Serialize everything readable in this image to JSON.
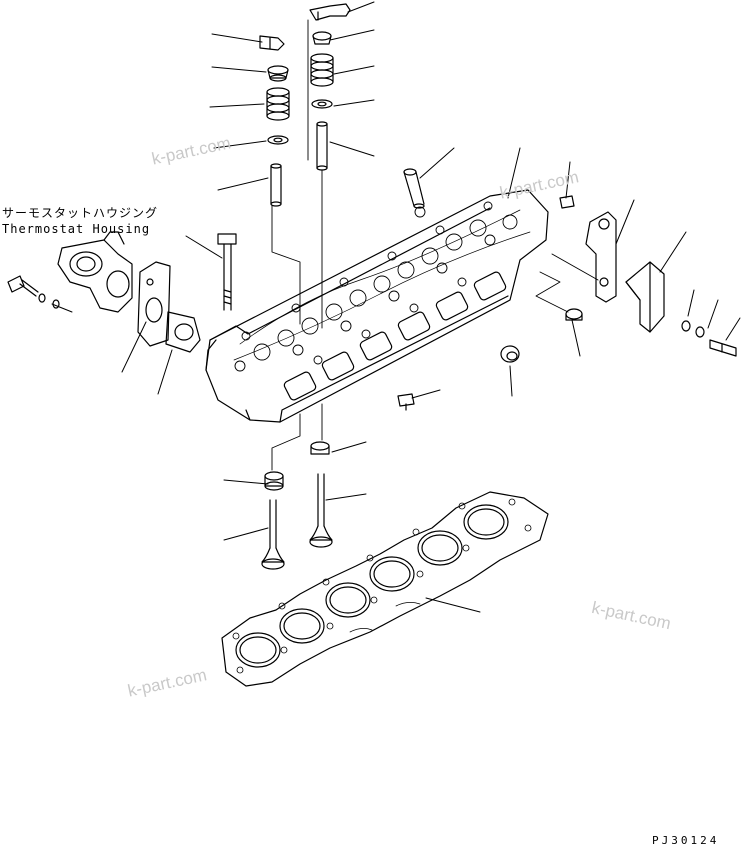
{
  "annotation": {
    "jp": "サーモスタットハウジング",
    "en": "Thermostat Housing"
  },
  "watermark": "k-part.com",
  "drawing_code": "PJ30124",
  "colors": {
    "ink": "#000000",
    "watermark": "#c9c9c9"
  }
}
